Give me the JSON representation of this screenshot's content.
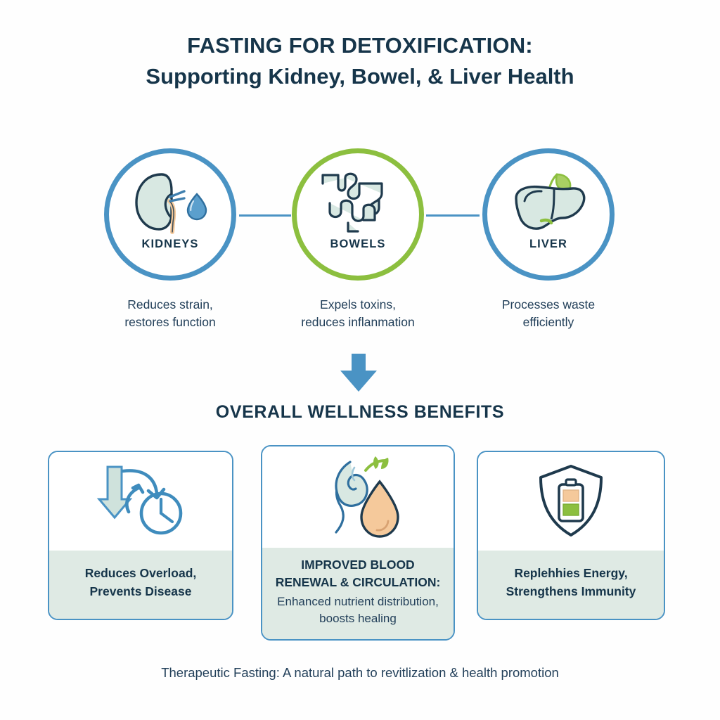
{
  "title": {
    "line1": "FASTING FOR DETOXIFICATION:",
    "line2": "Supporting Kidney, Bowel, & Liver Health"
  },
  "organs": [
    {
      "id": "kidneys",
      "label": "KIDNEYS",
      "caption": "Reduces strain,\nrestores function",
      "ring_color": "#4a93c4",
      "icon": "kidney-icon"
    },
    {
      "id": "bowels",
      "label": "BOWELS",
      "caption": "Expels toxins,\nreduces inflanmation",
      "ring_color": "#8cbf3f",
      "icon": "intestine-icon"
    },
    {
      "id": "liver",
      "label": "LIVER",
      "caption": "Processes waste\nefficiently",
      "ring_color": "#4a93c4",
      "icon": "liver-icon"
    }
  ],
  "flow": {
    "arrow_icon": "down-arrow-icon",
    "arrow_color": "#4a93c4",
    "section_heading": "OVERALL WELLNESS BENEFITS"
  },
  "benefits": [
    {
      "id": "reduces-overload",
      "icon": "arrow-clock-icon",
      "title": "Reduces Overload,\nPrevents Disease",
      "sub": ""
    },
    {
      "id": "blood-renewal",
      "icon": "blood-drop-icon",
      "title": "IMPROVED BLOOD\nRENEWAL & CIRCULATION:",
      "sub": "Enhanced nutrient distribution,\nboosts healing"
    },
    {
      "id": "energy-immunity",
      "icon": "shield-battery-icon",
      "title": "Replehhies Energy,\nStrengthens Immunity",
      "sub": ""
    }
  ],
  "footer": {
    "text": "Therapeutic Fasting: A natural path to revitlization & health promotion"
  },
  "colors": {
    "background": "#fefefe",
    "navy": "#16354a",
    "blue": "#4a93c4",
    "green": "#8cbf3f",
    "mint_fill": "#d8e8e2",
    "card_tint": "#dfeae4",
    "peach": "#f5c99b"
  }
}
